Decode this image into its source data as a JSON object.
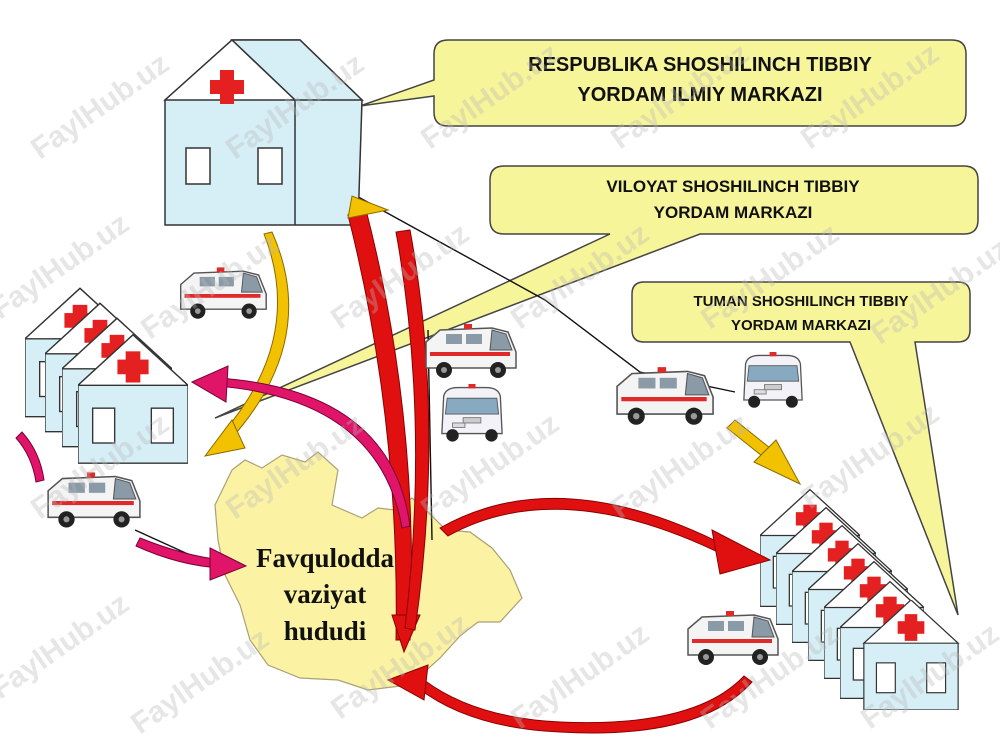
{
  "callouts": {
    "republic": {
      "line1": "RESPUBLIKA SHOSHILINCH TIBBIY",
      "line2": "YORDAM ILMIY MARKAZI"
    },
    "region": {
      "line1": "VILOYAT SHOSHILINCH TIBBIY",
      "line2": "YORDAM MARKAZI"
    },
    "district": {
      "line1": "TUMAN SHOSHILINCH TIBBIY",
      "line2": "YORDAM MARKAZI"
    }
  },
  "emergency_zone": {
    "line1": "Favqulodda",
    "line2": "vaziyat",
    "line3": "hududi"
  },
  "watermark": "FaylHub.uz",
  "colors": {
    "building_wall": "#d6eef5",
    "roof": "#ffffff",
    "cross": "#e52020",
    "callout_fill": "#f7f59a",
    "zone_fill": "#fbf3a3",
    "arrow_red": "#e01010",
    "arrow_yellow": "#f2c200",
    "arrow_magenta": "#e0156a",
    "arrow_dark_red": "#b00010"
  }
}
